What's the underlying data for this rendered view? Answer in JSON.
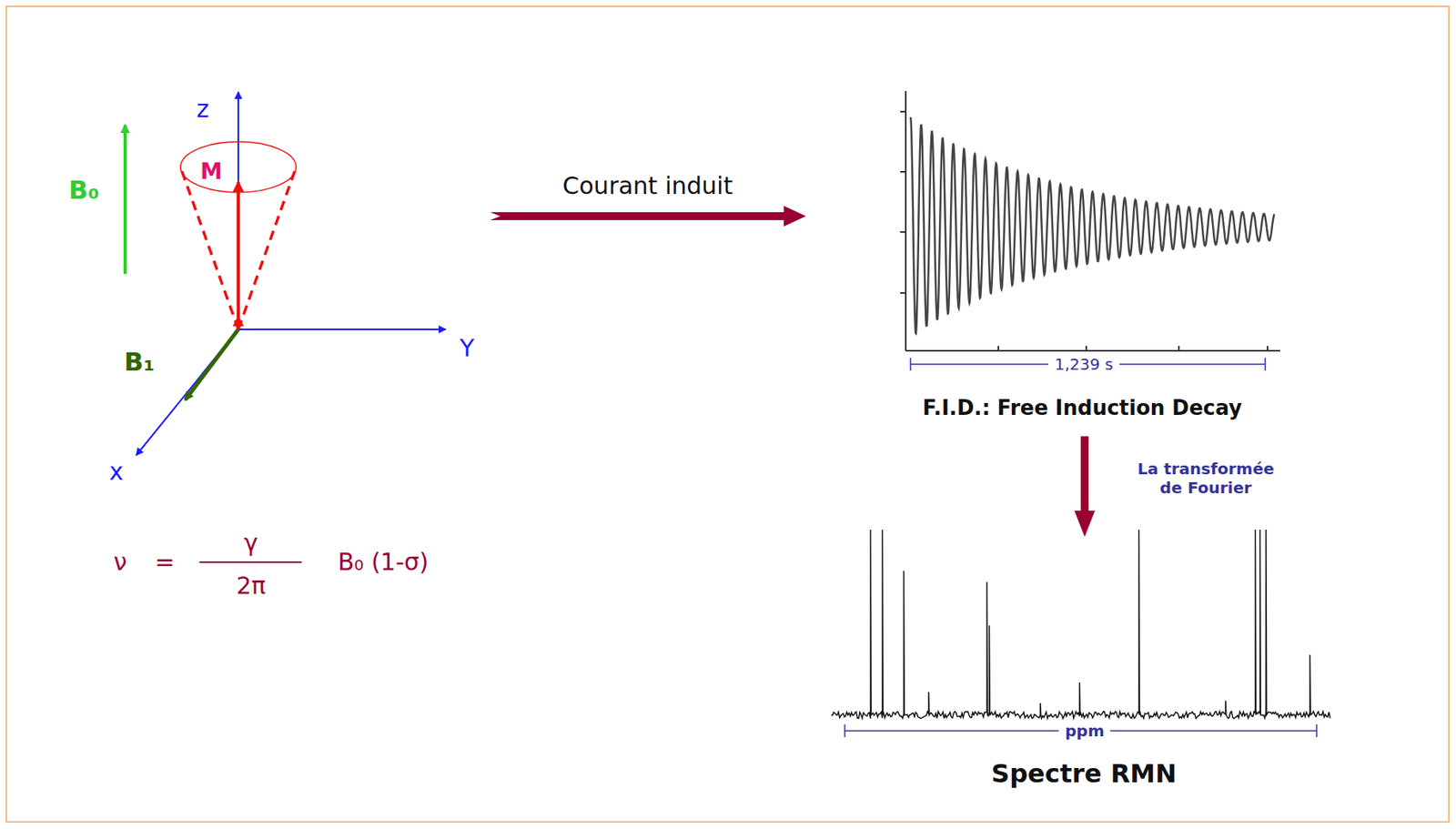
{
  "diagram": {
    "labels": [
      "z",
      "M",
      "B₀",
      "Y",
      "B₁",
      "x",
      "ν",
      "=",
      "γ",
      "2π",
      "B₀ (1-σ)",
      "Courant induit",
      "1,239 s",
      "F.I.D.: Free Induction Decay",
      "La transformée de Fourier",
      "ppm",
      "Spectre RMN"
    ]
  }
}
